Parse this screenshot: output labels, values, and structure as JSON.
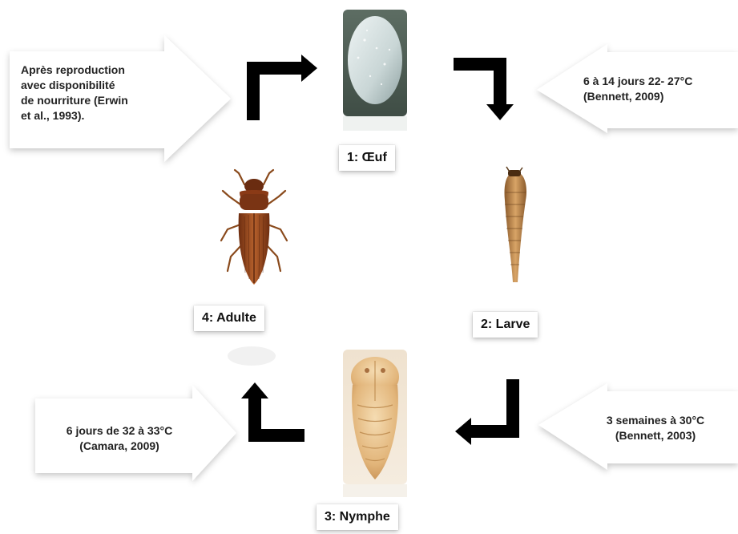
{
  "stages": {
    "egg": "1: Œuf",
    "larva": "2: Larve",
    "pupa": "3: Nymphe",
    "adult": "4: Adulte"
  },
  "callouts": {
    "top_left": [
      "Après reproduction",
      "avec disponibilité",
      "de nourriture (Erwin",
      "et al., 1993)."
    ],
    "top_right": [
      "6 à 14 jours 22- 27°C",
      "(Bennett, 2009)"
    ],
    "bottom_right": [
      "3 semaines à 30°C",
      "(Bennett, 2003)"
    ],
    "bottom_left": [
      "6 jours de 32 à 33°C",
      "(Camara, 2009)"
    ]
  }
}
